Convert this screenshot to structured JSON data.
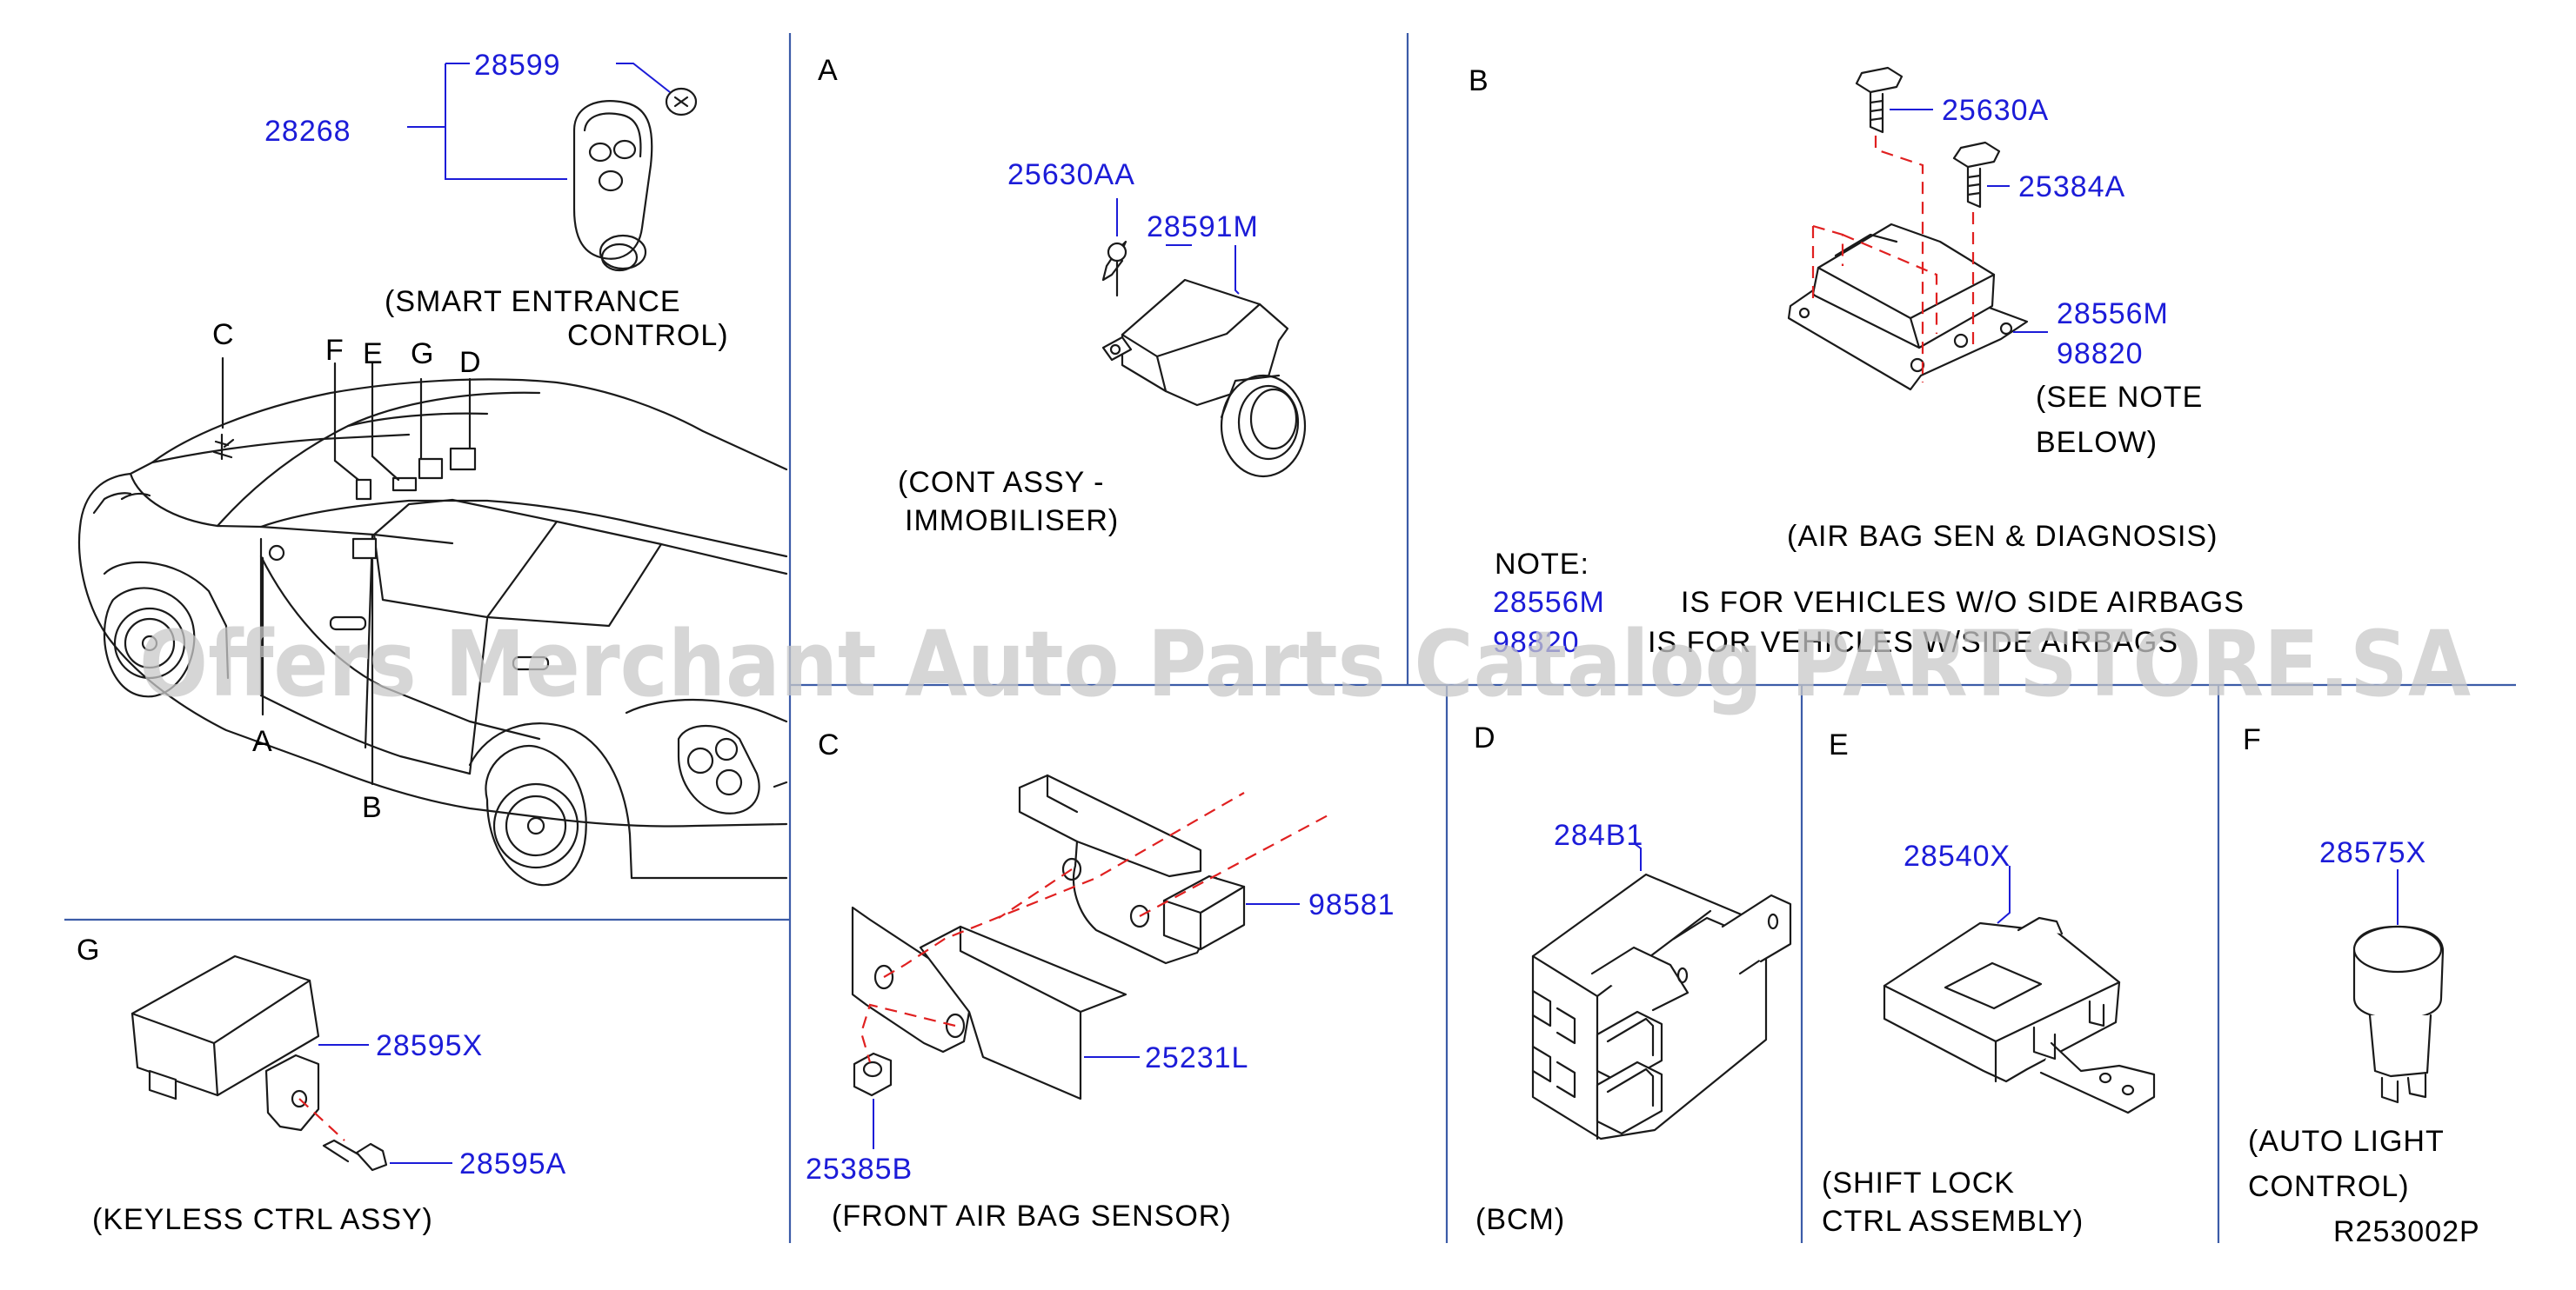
{
  "sections": {
    "A": "A",
    "B": "B",
    "C": "C",
    "D": "D",
    "E": "E",
    "F": "F",
    "G": "G"
  },
  "car_callouts": {
    "C": "C",
    "F": "F",
    "E": "E",
    "G": "G",
    "D": "D",
    "A": "A",
    "B": "B"
  },
  "parts": {
    "p28599": "28599",
    "p28268": "28268",
    "p25630AA": "25630AA",
    "p28591M": "28591M",
    "p25630A": "25630A",
    "p25384A": "25384A",
    "p28556M": "28556M",
    "p98820": "98820",
    "p98581": "98581",
    "p25231L": "25231L",
    "p25385B": "25385B",
    "p284B1": "284B1",
    "p28540X": "28540X",
    "p28575X": "28575X",
    "p28595X": "28595X",
    "p28595A": "28595A"
  },
  "captions": {
    "smart_1": "(SMART  ENTRANCE",
    "smart_2": "CONTROL)",
    "immob_1": "(CONT  ASSY  -",
    "immob_2": "IMMOBILISER)",
    "see_note_1": "(SEE  NOTE",
    "see_note_2": "BELOW)",
    "airbag_sen": "(AIR  BAG  SEN  &  DIAGNOSIS)",
    "front_airbag": "(FRONT  AIR  BAG  SENSOR)",
    "bcm": "(BCM)",
    "shift_1": "(SHIFT  LOCK",
    "shift_2": "CTRL  ASSEMBLY)",
    "auto_1": "(AUTO  LIGHT",
    "auto_2": "CONTROL)",
    "keyless": "(KEYLESS  CTRL  ASSY)"
  },
  "note": {
    "title": "NOTE:",
    "pn1": "28556M",
    "text1": "IS  FOR  VEHICLES  W/O  SIDE  AIRBAGS",
    "pn2": "98820",
    "text2": "IS  FOR  VEHICLES  W/SIDE  AIRBAGS"
  },
  "diagram_code": "R253002P",
  "watermark": "Offers Merchant Auto Parts Catalog PARTSTORE.SA",
  "colors": {
    "part_number": "#1c1cd8",
    "divider": "#3c5ca8",
    "dashed_guide": "#e02020",
    "watermark": "#c8c8c8"
  }
}
